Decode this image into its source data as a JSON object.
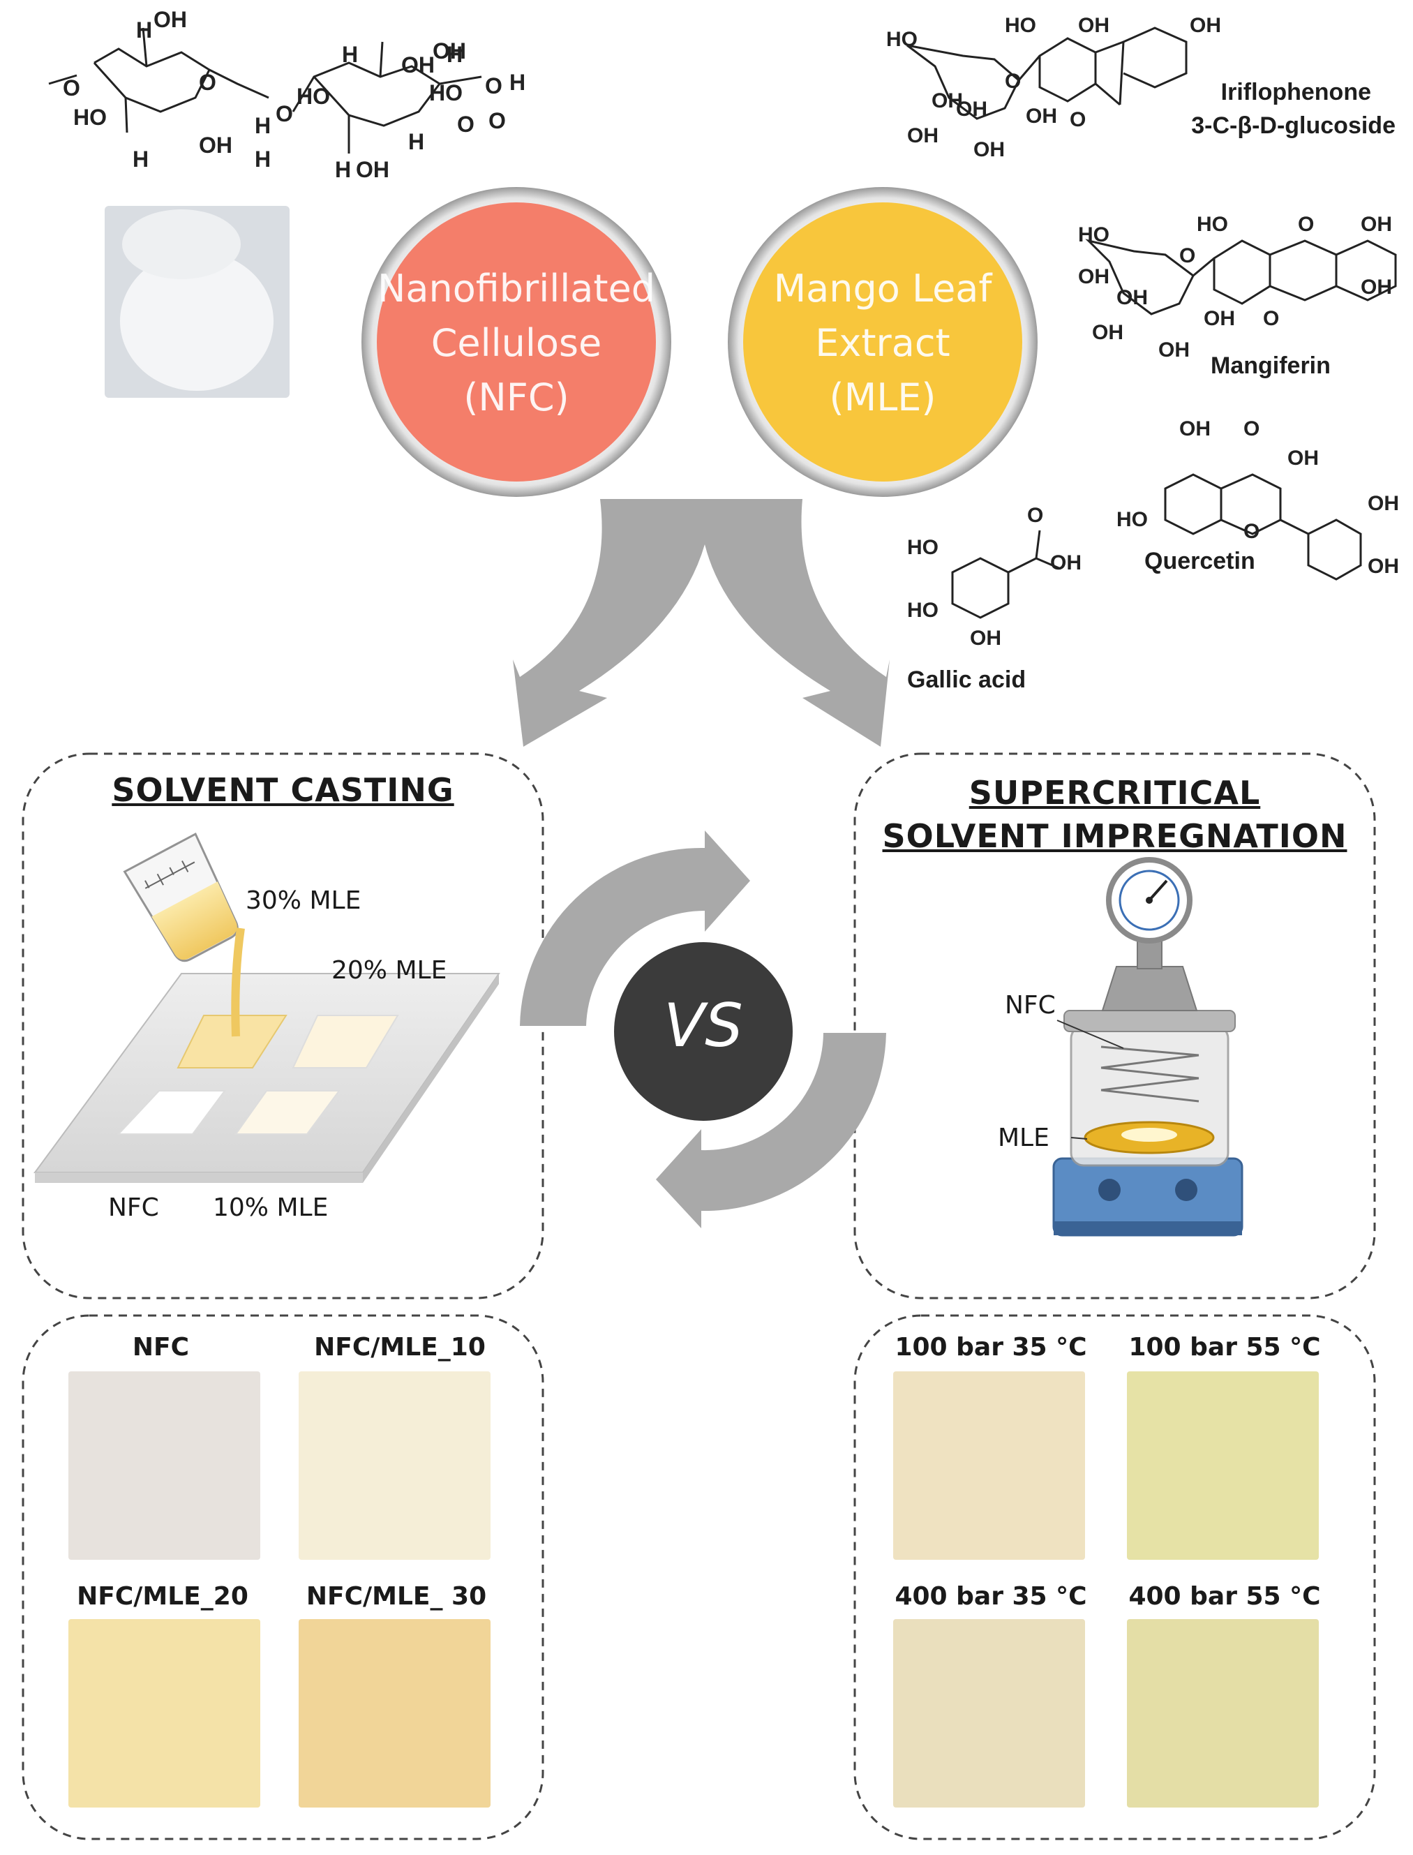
{
  "cellulose": {
    "atoms": [
      "H",
      "OH",
      "O",
      "O",
      "HO",
      "H",
      "OH",
      "H",
      "H",
      "O",
      "HO",
      "H",
      "OH",
      "H",
      "H",
      "O",
      "OH",
      "H",
      "HO",
      "H",
      "OH",
      "O",
      "O"
    ]
  },
  "circles": [
    {
      "line1": "Nanofibrillated",
      "line2": "Cellulose",
      "line3": "(NFC)",
      "color": "#f47e6a"
    },
    {
      "line1": "Mango Leaf",
      "line2": "Extract",
      "line3": "(MLE)",
      "color": "#f8c63c"
    }
  ],
  "molecules": {
    "iriflophenone": {
      "name_line1": "Iriflophenone",
      "name_line2": "3-C-β-D-glucoside",
      "atoms": [
        "HO",
        "HO",
        "OH",
        "OH",
        "O",
        "OH",
        "OH",
        "OH",
        "OH",
        "O",
        "OH"
      ]
    },
    "mangiferin": {
      "name": "Mangiferin",
      "atoms": [
        "HO",
        "HO",
        "O",
        "OH",
        "OH",
        "O",
        "OH",
        "OH",
        "OH",
        "O",
        "OH",
        "OH"
      ]
    },
    "quercetin": {
      "name": "Quercetin",
      "atoms": [
        "OH",
        "O",
        "OH",
        "HO",
        "O",
        "OH",
        "OH"
      ]
    },
    "gallic_acid": {
      "name": "Gallic acid",
      "atoms": [
        "O",
        "HO",
        "OH",
        "HO",
        "OH"
      ]
    }
  },
  "solvent_casting": {
    "title": "SOLVENT CASTING",
    "labels": {
      "mle30": "30% MLE",
      "mle20": "20% MLE",
      "nfc": "NFC",
      "mle10": "10% MLE"
    }
  },
  "supercritical": {
    "title_line1": "SUPERCRITICAL",
    "title_line2": "SOLVENT IMPREGNATION",
    "labels": {
      "nfc": "NFC",
      "mle": "MLE"
    }
  },
  "vs": "VS",
  "casting_samples": [
    {
      "label": "NFC",
      "color": "#e7e2dd"
    },
    {
      "label": "NFC/MLE_10",
      "color": "#f5eed7"
    },
    {
      "label": "NFC/MLE_20",
      "color": "#f4e2a8"
    },
    {
      "label": "NFC/MLE_ 30",
      "color": "#f1d598"
    }
  ],
  "sci_samples": [
    {
      "label": "100 bar 35 °C",
      "color": "#efe2c1"
    },
    {
      "label": "100 bar 55 °C",
      "color": "#e6e2a6"
    },
    {
      "label": "400 bar 35 °C",
      "color": "#eadfbd"
    },
    {
      "label": "400 bar 55 °C",
      "color": "#e4dea6"
    }
  ]
}
